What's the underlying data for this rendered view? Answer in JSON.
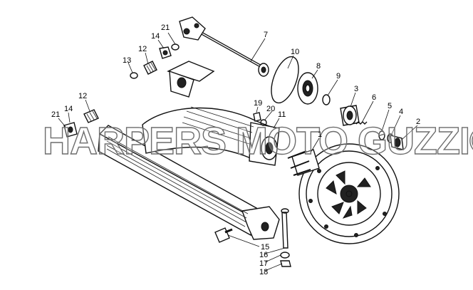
{
  "watermark": "HARPERS MOTO GUZZI©",
  "callouts": [
    {
      "id": "21a",
      "text": "21"
    },
    {
      "id": "14a",
      "text": "14"
    },
    {
      "id": "12a",
      "text": "12"
    },
    {
      "id": "13",
      "text": "13"
    },
    {
      "id": "7",
      "text": "7"
    },
    {
      "id": "10",
      "text": "10"
    },
    {
      "id": "8",
      "text": "8"
    },
    {
      "id": "9",
      "text": "9"
    },
    {
      "id": "3",
      "text": "3"
    },
    {
      "id": "6",
      "text": "6"
    },
    {
      "id": "5",
      "text": "5"
    },
    {
      "id": "4",
      "text": "4"
    },
    {
      "id": "2",
      "text": "2"
    },
    {
      "id": "1",
      "text": "1"
    },
    {
      "id": "19",
      "text": "19"
    },
    {
      "id": "20",
      "text": "20"
    },
    {
      "id": "11",
      "text": "11"
    },
    {
      "id": "12b",
      "text": "12"
    },
    {
      "id": "14b",
      "text": "14"
    },
    {
      "id": "21b",
      "text": "21"
    },
    {
      "id": "15",
      "text": "15"
    },
    {
      "id": "16",
      "text": "16"
    },
    {
      "id": "17",
      "text": "17"
    },
    {
      "id": "18",
      "text": "18"
    }
  ]
}
